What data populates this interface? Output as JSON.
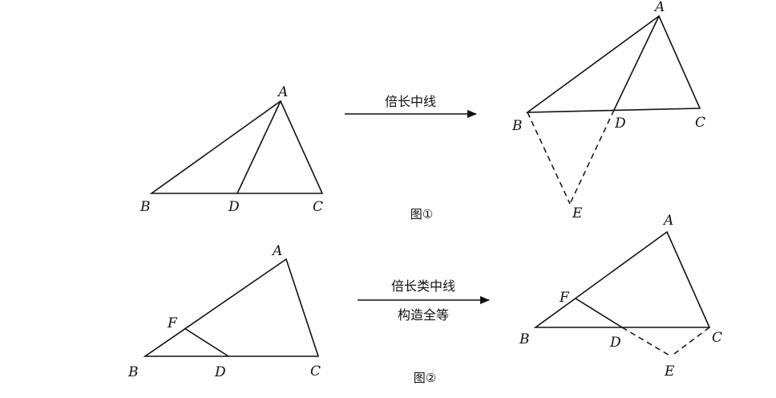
{
  "figure1": {
    "arrow_label": "倍长中线",
    "caption": "图①",
    "left": {
      "labels": {
        "A": "A",
        "B": "B",
        "C": "C",
        "D": "D"
      }
    },
    "right": {
      "labels": {
        "A": "A",
        "B": "B",
        "C": "C",
        "D": "D",
        "E": "E"
      }
    }
  },
  "figure2": {
    "arrow_label_top": "倍长类中线",
    "arrow_label_bottom": "构造全等",
    "caption": "图②",
    "left": {
      "labels": {
        "A": "A",
        "B": "B",
        "C": "C",
        "D": "D",
        "F": "F"
      }
    },
    "right": {
      "labels": {
        "A": "A",
        "B": "B",
        "C": "C",
        "D": "D",
        "E": "E",
        "F": "F"
      }
    }
  }
}
